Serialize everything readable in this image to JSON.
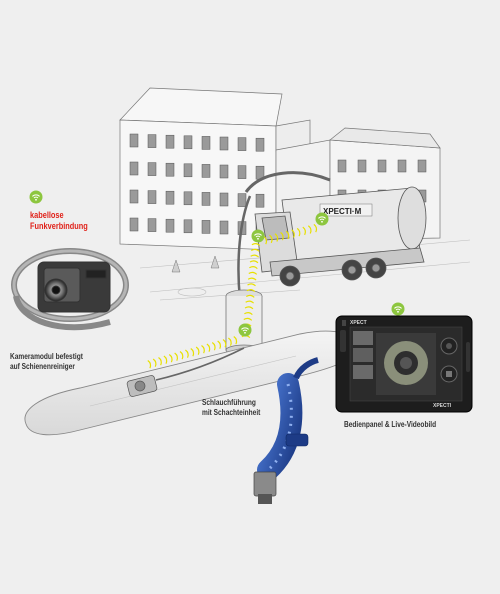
{
  "labels": {
    "wireless_line1": "kabellose",
    "wireless_line2": "Funkverbindung",
    "camera_line1": "Kameramodul befestigt",
    "camera_line2": "auf Schienenreiniger",
    "hose_line1": "Schlauchführung",
    "hose_line2": "mit Schachteinheit",
    "panel_caption": "Bedienpanel & Live-Videobild"
  },
  "truck_brand": "XPECTI",
  "truck_brand_suffix": "M",
  "tablet_brand_top": "XPECT",
  "tablet_brand_bottom": "XPECTI",
  "colors": {
    "background": "#efefef",
    "wifi_green": "#8dc63f",
    "signal_yellow": "#e8e000",
    "label_red": "#e0221a",
    "hose_blue": "#2a4fa8"
  },
  "icons": [
    "wifi-icon"
  ]
}
